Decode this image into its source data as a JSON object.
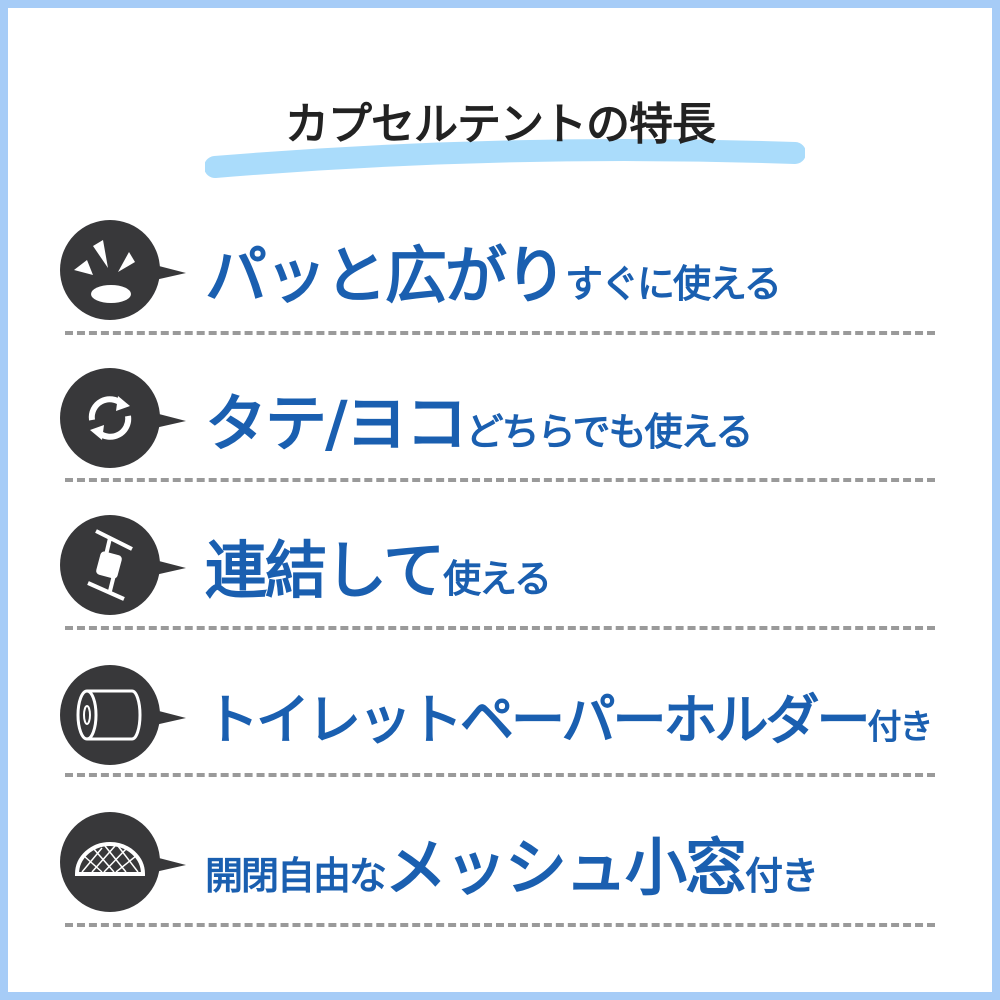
{
  "title": "カプセルテントの特長",
  "colors": {
    "frame": "#a6ccf7",
    "accent_text": "#1a5fb0",
    "icon": "#38383a",
    "underline": "#aadcfb"
  },
  "features": [
    {
      "icon": "pop-open-icon",
      "parts": [
        {
          "text": "パッと広がり",
          "size": "big"
        },
        {
          "text": "すぐに使える",
          "size": "small"
        }
      ]
    },
    {
      "icon": "rotate-arrows-icon",
      "parts": [
        {
          "text": "タテ/ヨコ",
          "size": "big"
        },
        {
          "text": "どちらでも使える",
          "size": "small"
        }
      ]
    },
    {
      "icon": "connector-icon",
      "parts": [
        {
          "text": "連結して",
          "size": "big"
        },
        {
          "text": "使える",
          "size": "small"
        }
      ]
    },
    {
      "icon": "toilet-paper-icon",
      "parts": [
        {
          "text": "トイレットペーパーホルダー",
          "size": "big"
        },
        {
          "text": "付き",
          "size": "small"
        }
      ]
    },
    {
      "icon": "mesh-window-icon",
      "parts": [
        {
          "text": "開閉自由な",
          "size": "small"
        },
        {
          "text": "メッシュ小窓",
          "size": "big"
        },
        {
          "text": "付き",
          "size": "small"
        }
      ]
    }
  ]
}
